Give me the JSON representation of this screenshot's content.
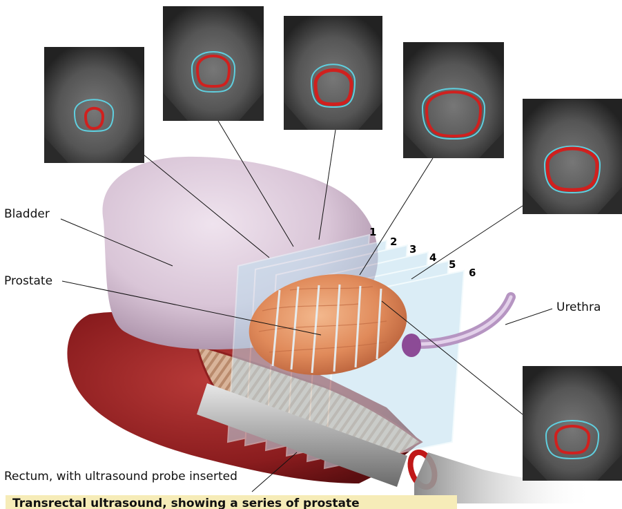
{
  "labels": {
    "bladder": "Bladder",
    "prostate": "Prostate",
    "urethra": "Urethra",
    "rectum": "Rectum, with ultrasound probe inserted"
  },
  "slice_numbers": [
    "1",
    "2",
    "3",
    "4",
    "5",
    "6"
  ],
  "caption": "Transrectal ultrasound, showing a series of prostate",
  "colors": {
    "bladder": "#d8c4d6",
    "prostate": "#e08a5a",
    "rectum": "#8e1f1f",
    "plane": "#bfe0f0",
    "contour_outer": "#5fd0e0",
    "contour_inner": "#d0201e",
    "caption_bg": "#f6ecb8"
  }
}
